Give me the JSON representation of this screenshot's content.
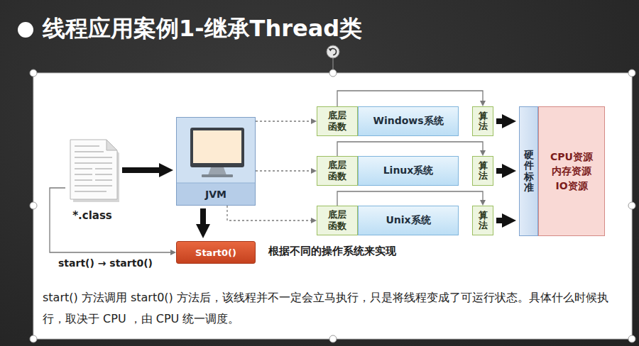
{
  "diagram": {
    "title": "线程应用案例1-继承Thread类",
    "caption": "start() 方法调用 start0() 方法后，该线程并不一定会立马执行，只是将线程变成了可运行状态。具体什么时候执行，取决于 CPU ，由 CPU 统一调度。",
    "nodes": [
      {
        "text": [
          "*.class"
        ]
      },
      {
        "text": [
          "JVM"
        ]
      },
      {
        "text": [
          "Start0()"
        ]
      },
      {
        "text": [
          "底层函数"
        ]
      },
      {
        "text": [
          "Windows系统"
        ]
      },
      {
        "text": [
          "算法"
        ]
      },
      {
        "text": [
          "底层函数"
        ]
      },
      {
        "text": [
          "Linux系统"
        ]
      },
      {
        "text": [
          "算法"
        ]
      },
      {
        "text": [
          "底层函数"
        ]
      },
      {
        "text": [
          "Unix系统"
        ]
      },
      {
        "text": [
          "算法"
        ]
      },
      {
        "text": [
          "硬件标准"
        ]
      },
      {
        "text": [
          "CPU资源 内存资源 IO资源"
        ]
      }
    ],
    "edges": [
      {
        "from": 0,
        "to": 1,
        "arrow": "to"
      },
      {
        "from": 0,
        "to": 2,
        "label": "start() → start0()",
        "arrow": "to"
      },
      {
        "from": 1,
        "to": 2,
        "arrow": "to"
      },
      {
        "from": 1,
        "to": 3,
        "arrow": "to"
      },
      {
        "from": 1,
        "to": 6,
        "arrow": "to"
      },
      {
        "from": 1,
        "to": 9,
        "arrow": "to"
      },
      {
        "from": 3,
        "to": 5,
        "arrow": "to"
      },
      {
        "from": 6,
        "to": 8,
        "arrow": "to"
      },
      {
        "from": 9,
        "to": 11,
        "arrow": "to"
      },
      {
        "from": 5,
        "to": 12,
        "arrow": "to"
      },
      {
        "from": 8,
        "to": 12,
        "arrow": "to"
      },
      {
        "from": 11,
        "to": 12,
        "arrow": "to"
      }
    ],
    "labels": [
      "根据不同的操作系统来实现"
    ]
  }
}
